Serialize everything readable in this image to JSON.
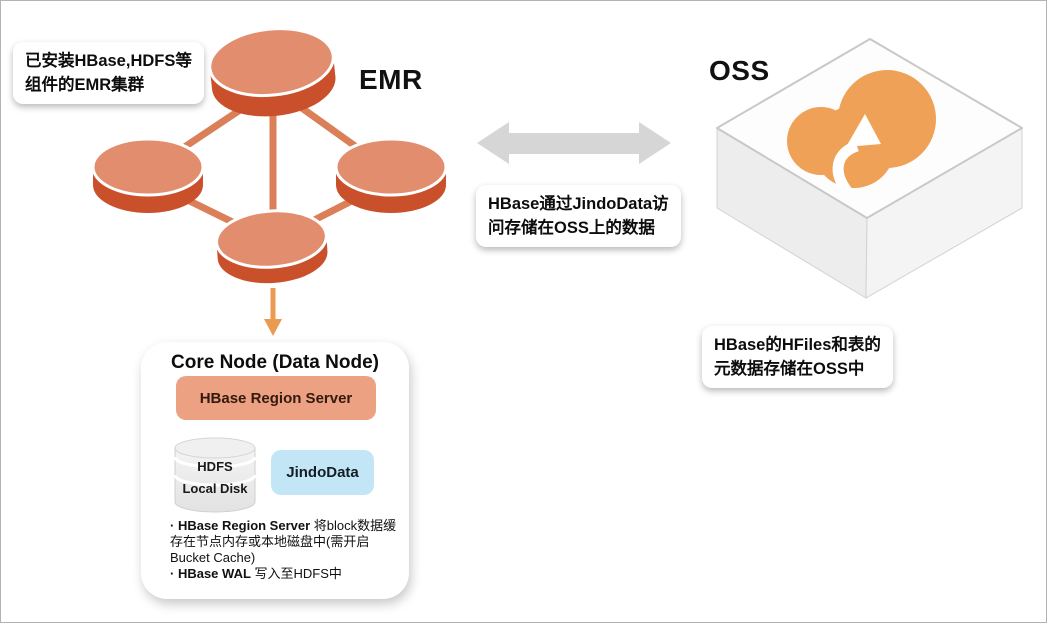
{
  "colors": {
    "cylinder_body": "#c9502a",
    "cylinder_top": "#e18d6e",
    "connector": "#da7f58",
    "down_arrow": "#eb9a52",
    "gray_arrow": "#d6d6d6",
    "region_server_bg": "#eca183",
    "region_server_text": "#34190d",
    "jindodata_bg": "#c3e6f6",
    "oss_cloud": "#efa257"
  },
  "emr": {
    "label": "EMR",
    "note_lines": [
      "已安装HBase,HDFS等",
      "组件的EMR集群"
    ]
  },
  "oss": {
    "label": "OSS",
    "note_lines": [
      "HBase的HFiles和表的",
      "元数据存储在OSS中"
    ]
  },
  "link": {
    "note_lines": [
      "HBase通过JindoData访",
      "问存储在OSS上的数据"
    ]
  },
  "core_node": {
    "title": "Core Node (Data Node)",
    "region_server": "HBase Region Server",
    "hdfs": "HDFS",
    "local_disk": "Local Disk",
    "jindodata": "JindoData",
    "bullets": [
      {
        "bold": "· HBase Region Server",
        "rest": " 将block数据缓存在节点内存或本地磁盘中(需开启 Bucket Cache)"
      },
      {
        "bold": "· HBase WAL",
        "rest": " 写入至HDFS中"
      }
    ]
  }
}
